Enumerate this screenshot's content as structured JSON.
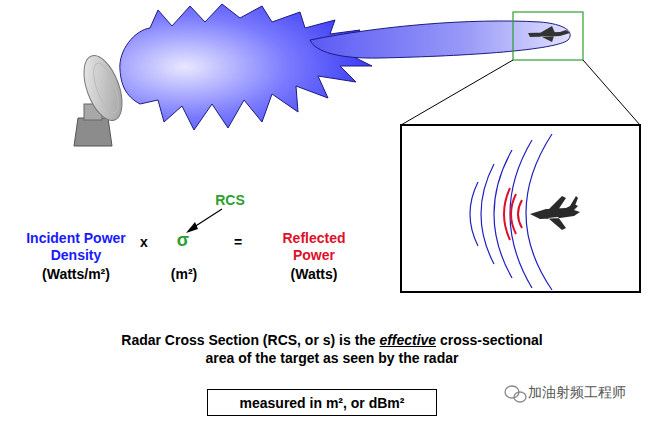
{
  "diagram": {
    "nodes": [
      {
        "text": [
          "measured in m², or dBm²"
        ]
      }
    ],
    "labels": [
      "RCS",
      "Incident Power Density",
      "(Watts/m²)",
      "x",
      "σ",
      "(m²)",
      "=",
      "Reflected Power",
      "(Watts)",
      "Radar Cross Section (RCS, or s) is the",
      "effective",
      "cross-sectional area of the target as seen by the radar",
      "加油射频工程师"
    ]
  }
}
